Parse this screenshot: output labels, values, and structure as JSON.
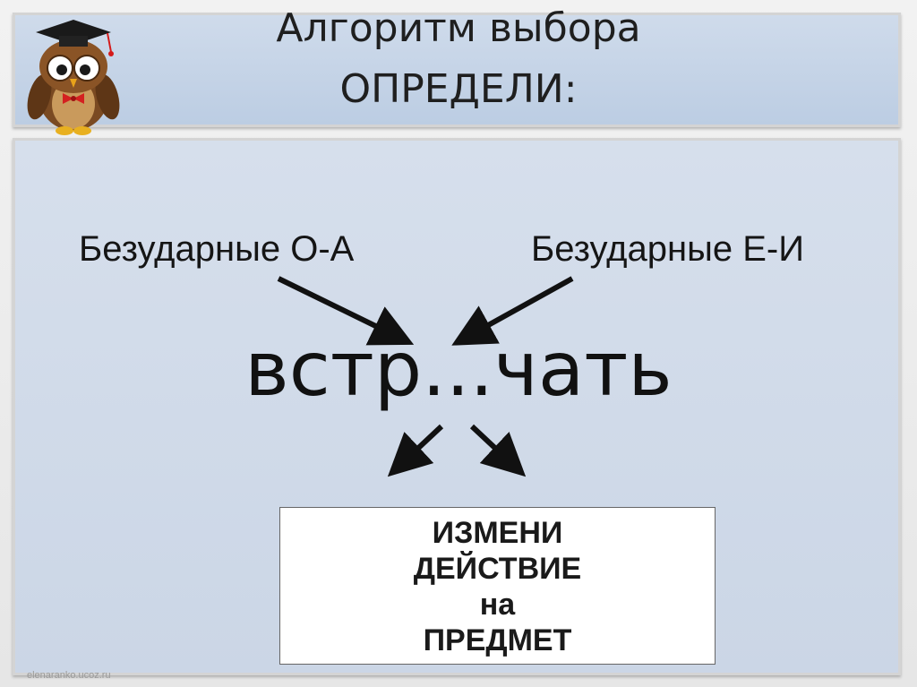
{
  "title": {
    "line1": "Алгоритм выбора",
    "line2": "ОПРЕДЕЛИ:"
  },
  "logo": {
    "icon": "owl-with-graduation-cap-icon"
  },
  "labels": {
    "left": "Безударные О-А",
    "right": "Безударные Е-И"
  },
  "word": "встр...чать",
  "answer_box": {
    "lines": [
      "ИЗМЕНИ",
      "ДЕЙСТВИЕ",
      "на",
      "ПРЕДМЕТ"
    ]
  },
  "watermark": "elenaranko.ucoz.ru",
  "colors": {
    "panel_blue": "#c6d4e7",
    "text": "#151515",
    "arrow": "#111111"
  }
}
